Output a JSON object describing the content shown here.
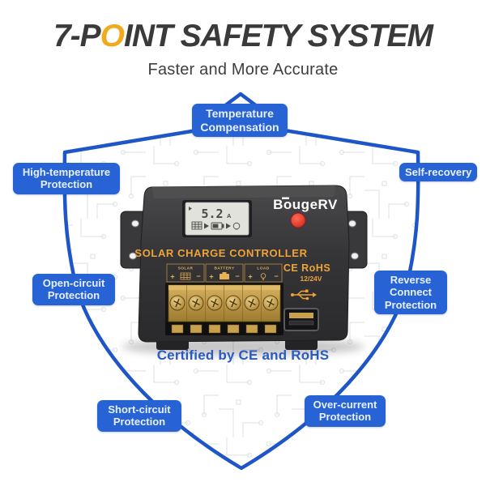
{
  "title": {
    "pre": "7-P",
    "highlight": "O",
    "post": "INT SAFETY SYSTEM"
  },
  "subtitle": "Faster and More Accurate",
  "callouts": [
    {
      "id": "temperature-compensation",
      "label": "Temperature Compensation"
    },
    {
      "id": "high-temperature-protection",
      "label": "High-temperature Protection"
    },
    {
      "id": "self-recovery",
      "label": "Self-recovery"
    },
    {
      "id": "open-circuit-protection",
      "label": "Open-circuit Protection"
    },
    {
      "id": "reverse-connect-protection",
      "label": "Reverse Connect Protection"
    },
    {
      "id": "short-circuit-protection",
      "label": "Short-circuit Protection"
    },
    {
      "id": "over-current-protection",
      "label": "Over-current Protection"
    }
  ],
  "device": {
    "brand": "BougeRV",
    "lcd": {
      "value": "5.2",
      "unit": "A"
    },
    "product_label": "SOLAR CHARGE CONTROLLER",
    "terminals": [
      {
        "label": "SOLAR"
      },
      {
        "label": "BATTERY"
      },
      {
        "label": "LOAD"
      }
    ],
    "plus": "+",
    "minus": "−",
    "cert": "CE RoHS",
    "voltage": "12/24V"
  },
  "footer": "Certified by CE and RoHS",
  "icons": {
    "solar-panel-icon": "grid-cells",
    "battery-icon": "cell-with-nub",
    "load-bulb-icon": "circle-bulb",
    "arrow-icon": "▶",
    "usb-icon": "usb-trident",
    "lcd-marker-icon": "▸",
    "shield-outline": "shield-shape",
    "circuit-pattern": "pcb-traces"
  },
  "colors": {
    "shield_blue": "#1e56c8",
    "callout_blue": "#2763d4",
    "title_orange": "#f2a91c",
    "device_orange": "#efa339",
    "led_red": "#e03a2c",
    "footer_blue": "#2a5ac2"
  }
}
